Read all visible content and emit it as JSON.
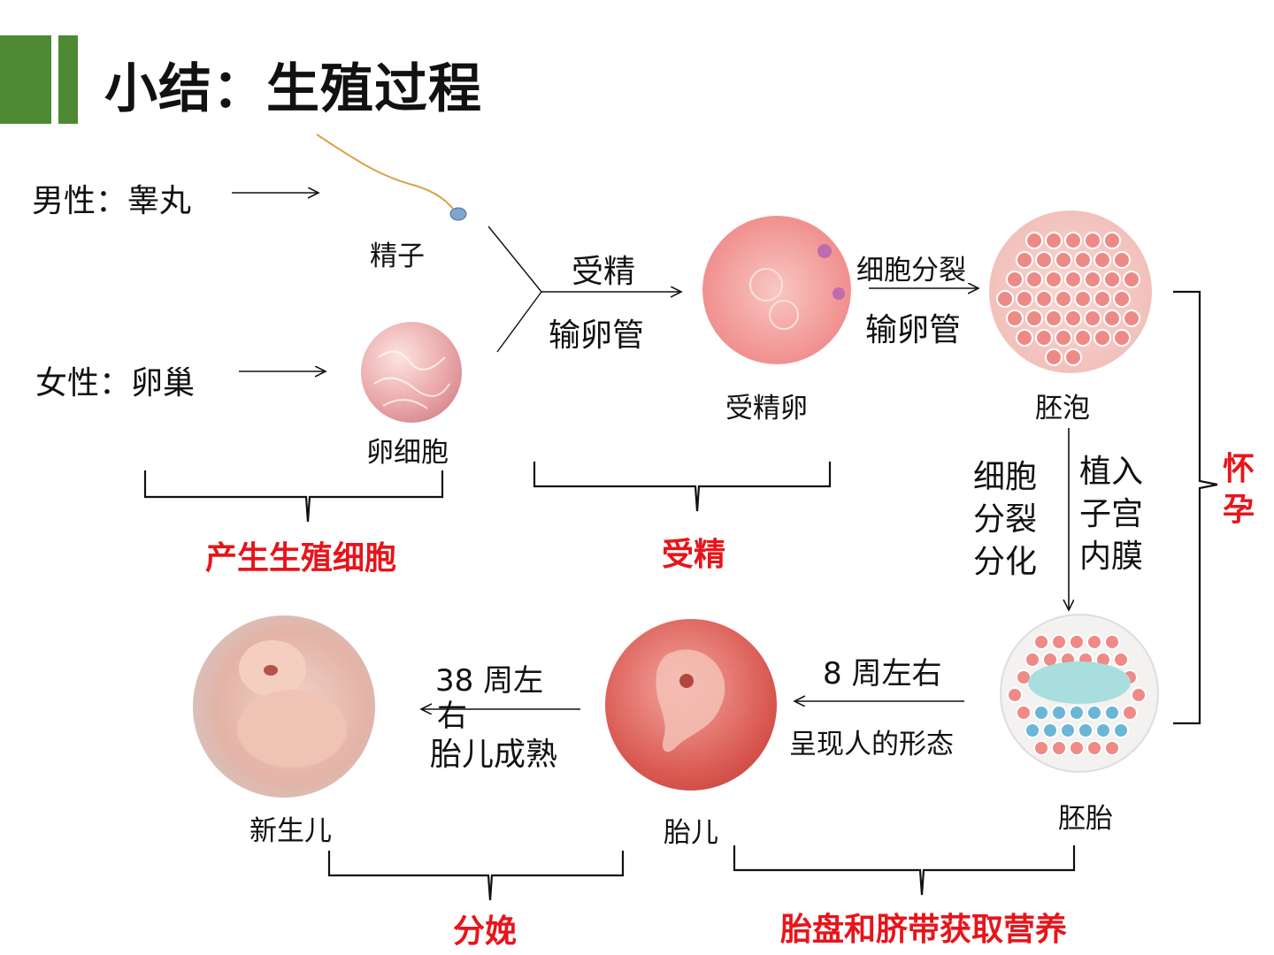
{
  "title": "小结：生殖过程",
  "labels": {
    "male": "男性：睾丸",
    "female": "女性：卵巢",
    "sperm": "精子",
    "egg": "卵细胞",
    "fertilization_top": "受精",
    "oviduct_1": "输卵管",
    "zygote": "受精卵",
    "cell_division": "细胞分裂",
    "oviduct_2": "输卵管",
    "blastocyst": "胚泡",
    "divide_line1": "细胞",
    "divide_line2": "分裂",
    "divide_line3": "分化",
    "implant_line1": "植入",
    "implant_line2": "子宫",
    "implant_line3": "内膜",
    "embryo": "胚胎",
    "weeks8": "8 周左右",
    "human_form": "呈现人的形态",
    "fetus": "胎儿",
    "weeks38_line1": "38 周左",
    "weeks38_line2": "右",
    "fetus_mature": "胎儿成熟",
    "newborn": "新生儿"
  },
  "stages": {
    "gametes": "产生生殖细胞",
    "fertilization": "受精",
    "pregnancy_line1": "怀",
    "pregnancy_line2": "孕",
    "placenta": "胎盘和脐带获取营养",
    "birth": "分娩"
  },
  "colors": {
    "accent_green": "#4d8a33",
    "stage_red": "#e8141b"
  }
}
